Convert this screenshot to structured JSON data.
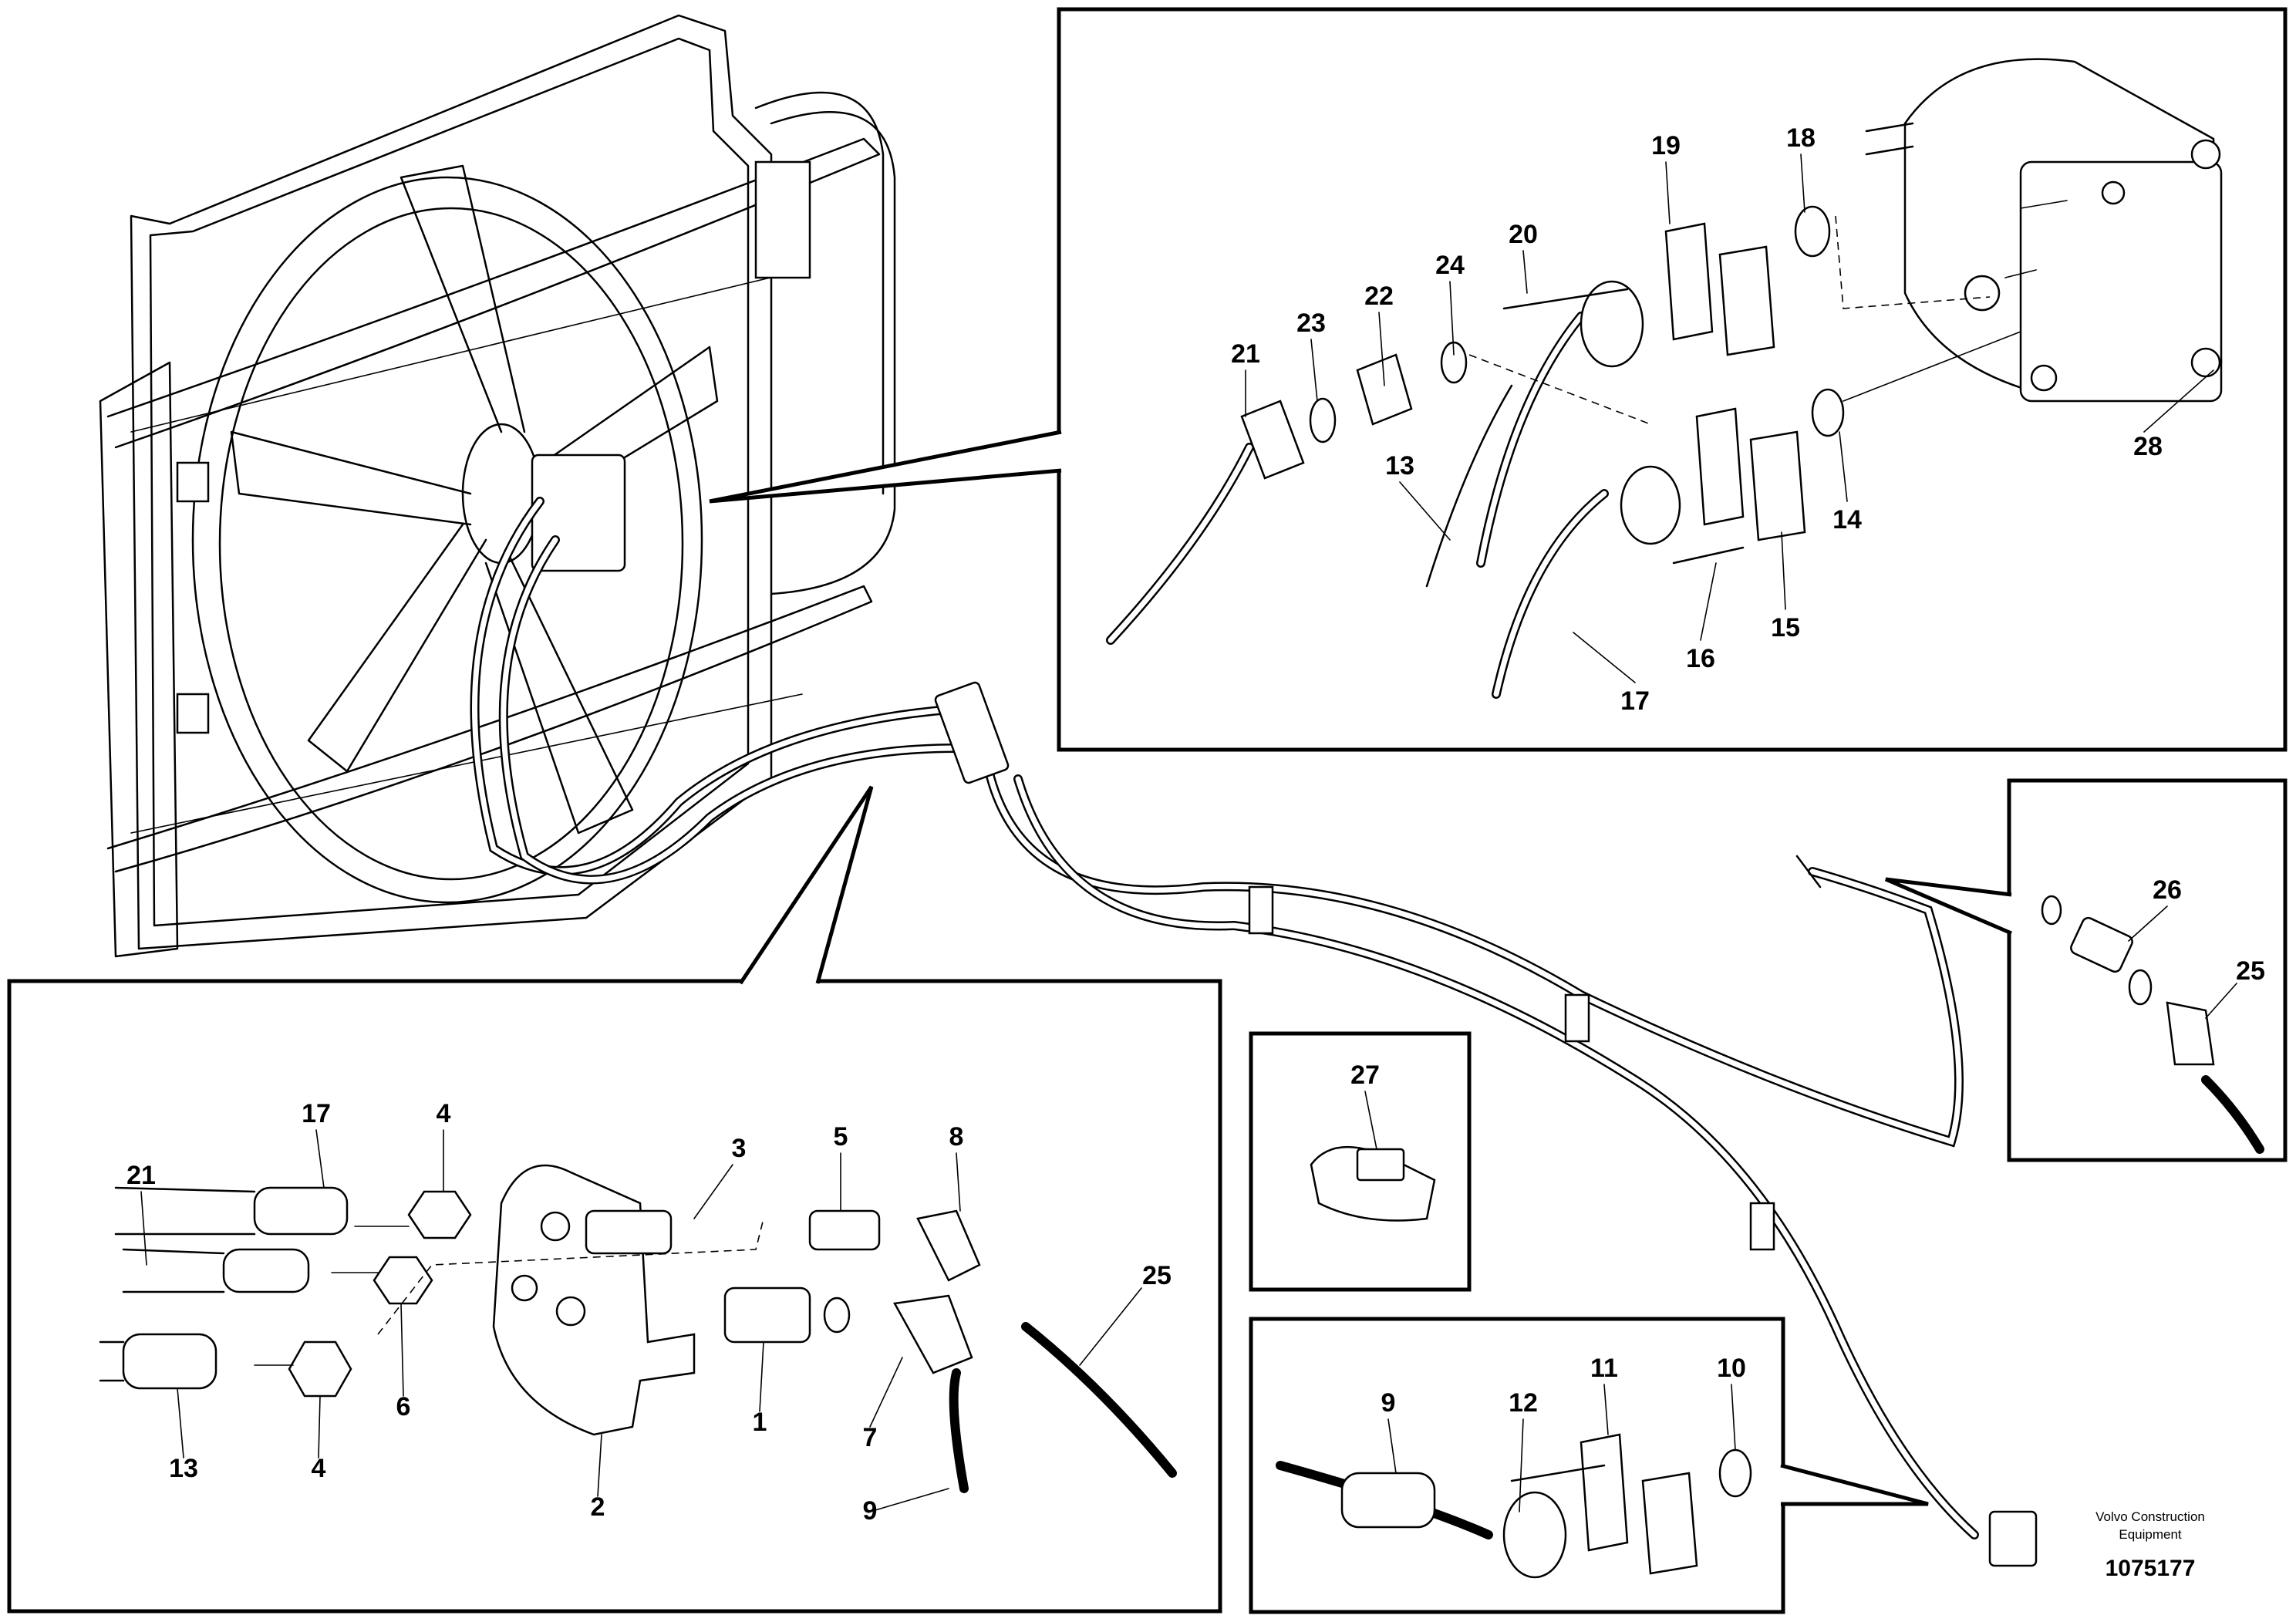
{
  "credit": {
    "line1": "Volvo Construction",
    "line2": "Equipment",
    "drawing_number": "1075177"
  },
  "callouts": {
    "top_detail": [
      "19",
      "18",
      "20",
      "24",
      "22",
      "23",
      "21",
      "13",
      "28",
      "14",
      "15",
      "16",
      "17"
    ],
    "bottom_left_detail": [
      "17",
      "4",
      "3",
      "5",
      "8",
      "21",
      "25",
      "6",
      "1",
      "7",
      "13",
      "4",
      "2",
      "9"
    ],
    "right_detail": [
      "26",
      "25"
    ],
    "clamp_detail": [
      "27"
    ],
    "bottom_right_detail": [
      "9",
      "12",
      "11",
      "10"
    ]
  }
}
